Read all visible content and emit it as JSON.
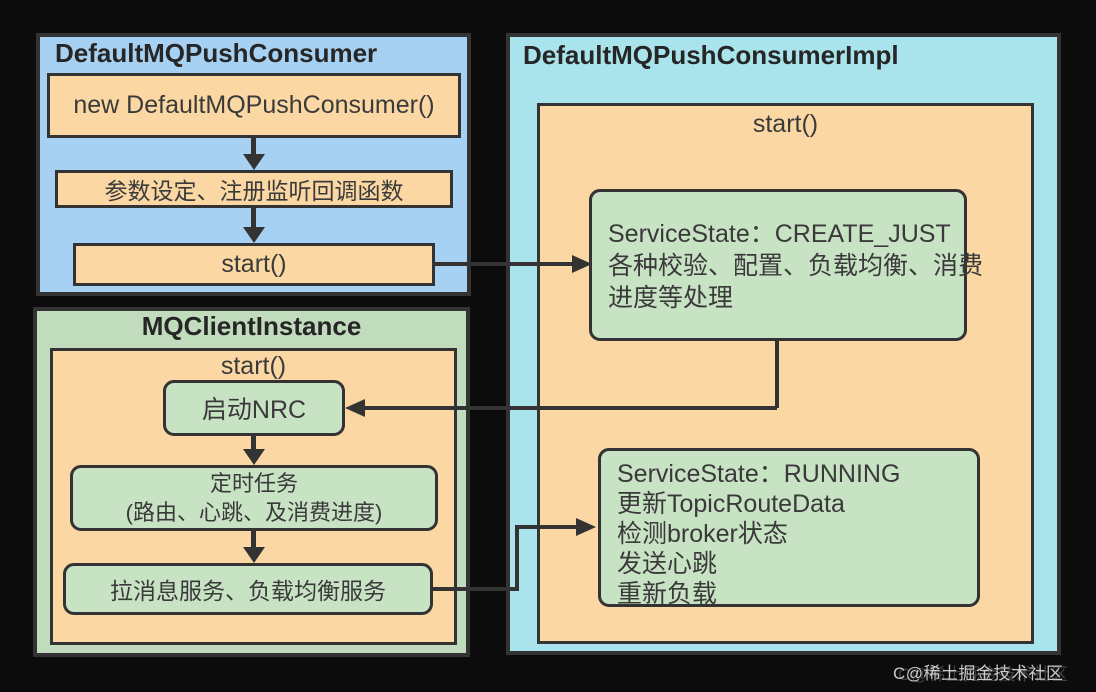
{
  "colors": {
    "background": "#0c0c0c",
    "border": "#333333",
    "blue_panel": "#a7d1f2",
    "cyan_panel": "#a9e4ec",
    "green_panel": "#c1dcbc",
    "green_box": "#c8e2c4",
    "orange_box": "#fbd8a3",
    "text": "#3a3a3a"
  },
  "panels": {
    "consumer": {
      "title": "DefaultMQPushConsumer",
      "steps": {
        "new": "new DefaultMQPushConsumer()",
        "params": "参数设定、注册监听回调函数",
        "start": "start()"
      }
    },
    "mqclient": {
      "title": "MQClientInstance",
      "method_label": "start()",
      "nrc_label": "启动NRC",
      "timer_line1": "定时任务",
      "timer_line2": "(路由、心跳、及消费进度)",
      "pull_label": "拉消息服务、负载均衡服务"
    },
    "impl": {
      "title": "DefaultMQPushConsumerImpl",
      "method_label": "start()",
      "create_just_lines": {
        "0": "ServiceState：CREATE_JUST",
        "1": "各种校验、配置、负载均衡、消费",
        "2": "进度等处理"
      },
      "running_lines": {
        "0": "ServiceState：RUNNING",
        "1": "更新TopicRouteData",
        "2": "检测broker状态",
        "3": "发送心跳",
        "4": "重新负载"
      }
    }
  },
  "edges": {
    "e1": "consumer.start → impl.create_just",
    "e2": "impl.create_just → mqclient.nrc",
    "e3": "mqclient.pull → impl.running"
  },
  "watermark": "C@稀土掘金技术社区"
}
